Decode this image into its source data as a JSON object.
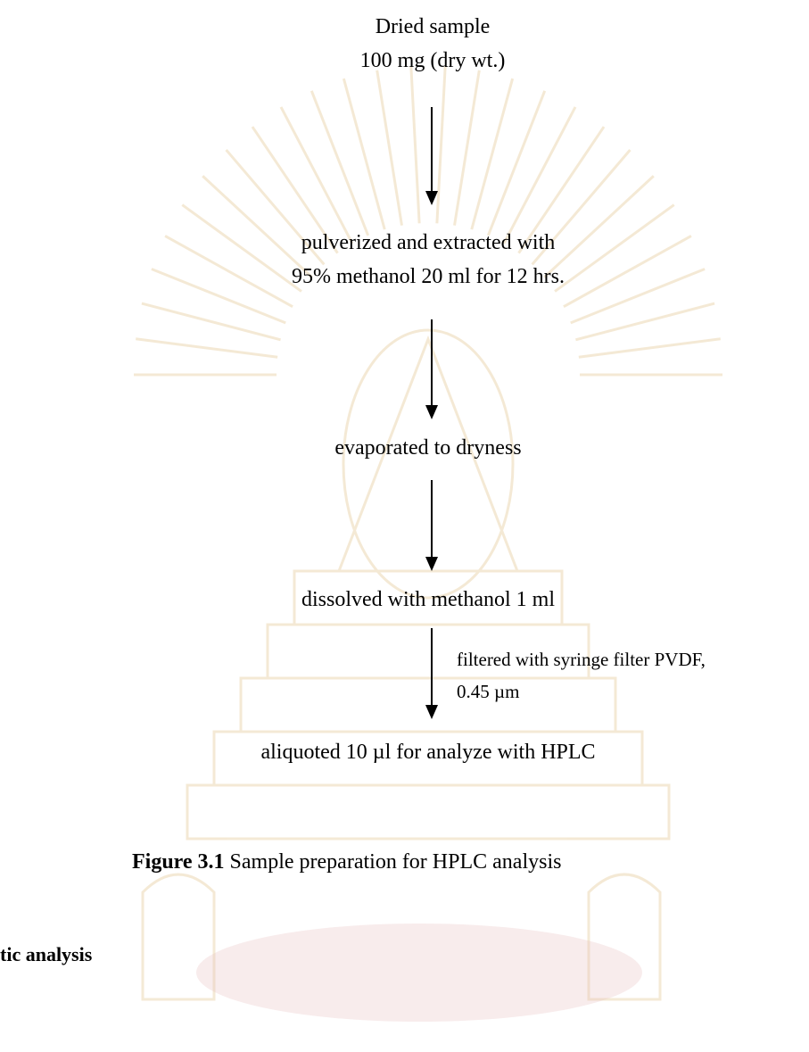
{
  "flowchart": {
    "steps": [
      {
        "line1": "Dried sample",
        "line2": "100 mg (dry wt.)"
      },
      {
        "line1": "pulverized and extracted with",
        "line2": "95% methanol 20 ml for 12 hrs."
      },
      {
        "line1": "evaporated to dryness"
      },
      {
        "line1": "dissolved with methanol 1 ml"
      },
      {
        "line1": "aliquoted 10 µl for analyze with HPLC"
      }
    ],
    "arrow_note": {
      "line1": "filtered with syringe filter PVDF,",
      "line2": "0.45 µm"
    }
  },
  "caption": {
    "label": "Figure 3.1",
    "text": " Sample preparation for HPLC analysis"
  },
  "section_heading_fragment": "tic analysis",
  "watermark": {
    "color": "#e8c88a",
    "base_color": "#e3b4b4"
  }
}
